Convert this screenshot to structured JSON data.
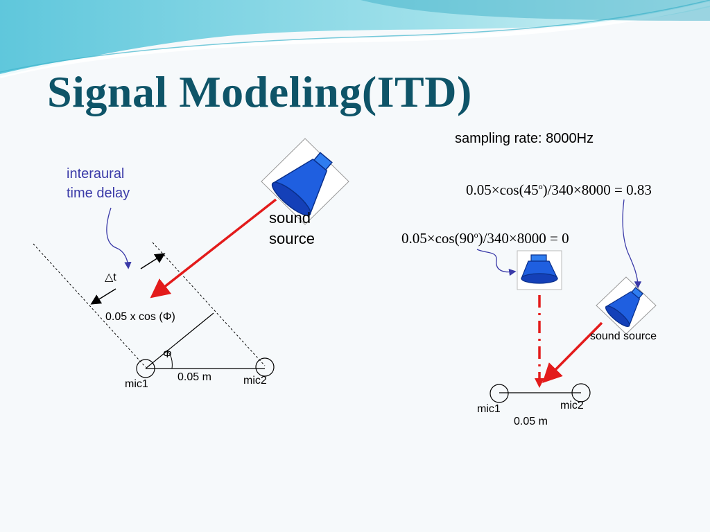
{
  "title": "Signal Modeling(ITD)",
  "left_diagram": {
    "annotation": {
      "line1": "interaural",
      "line2": "time delay"
    },
    "delta_t": "△t",
    "distance_label": "0.05 x cos (Φ)",
    "angle_label": "Φ",
    "spacing_label": "0.05 m",
    "mic1": "mic1",
    "mic2": "mic2",
    "source": {
      "line1": "sound",
      "line2": "source"
    }
  },
  "right_diagram": {
    "sampling_rate": "sampling rate: 8000Hz",
    "formula_45": {
      "prefix": "0.05×cos(45",
      "sup": "o",
      "suffix": ")/340×8000 = 0.83"
    },
    "formula_90": {
      "prefix": "0.05×cos(90",
      "sup": "o",
      "suffix": ")/340×8000 = 0"
    },
    "source_label": "sound source",
    "mic1": "mic1",
    "mic2": "mic2",
    "spacing_label": "0.05 m"
  },
  "colors": {
    "title": "#0e5468",
    "arrow_red": "#e31b1b",
    "annotation_blue": "#3a3aa8",
    "speaker_blue": "#1f5fe0",
    "wave_teal": "#4cc4d8"
  },
  "icons": [
    "speaker-icon",
    "microphone-icon"
  ]
}
